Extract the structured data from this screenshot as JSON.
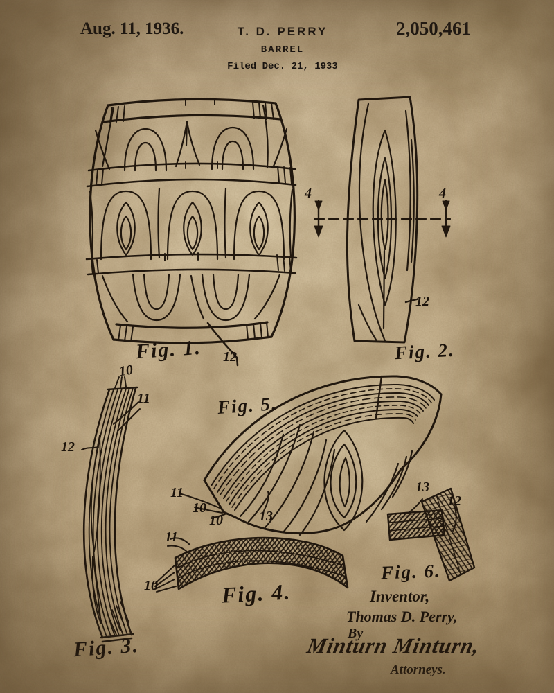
{
  "header": {
    "date": "Aug. 11, 1936.",
    "inventor_name": "T. D. PERRY",
    "patent_number": "2,050,461",
    "title": "BARREL",
    "filed_line": "Filed Dec. 21, 1933"
  },
  "figures": {
    "fig1": {
      "caption": "Fig. 1.",
      "ref12": "12"
    },
    "fig2": {
      "caption": "Fig. 2.",
      "section_left": "4",
      "section_right": "4",
      "ref12": "12"
    },
    "fig3": {
      "caption": "Fig. 3.",
      "ref10": "10",
      "ref11": "11",
      "ref12": "12"
    },
    "fig4": {
      "caption": "Fig. 4.",
      "ref10": "10",
      "ref11": "11"
    },
    "fig5": {
      "caption": "Fig. 5.",
      "ref11": "11",
      "ref10a": "10",
      "ref10b": "10",
      "ref13": "13"
    },
    "fig6": {
      "caption": "Fig. 6.",
      "ref13": "13",
      "ref12": "12"
    }
  },
  "signature_block": {
    "inventor_caption": "Inventor,",
    "inventor_name": "Thomas D. Perry,",
    "by_label": "By",
    "signature": "Minturn Minturn,",
    "attorneys_label": "Attorneys."
  },
  "colors": {
    "ink": "#241a10",
    "paper_base": "#c3ae8a"
  }
}
